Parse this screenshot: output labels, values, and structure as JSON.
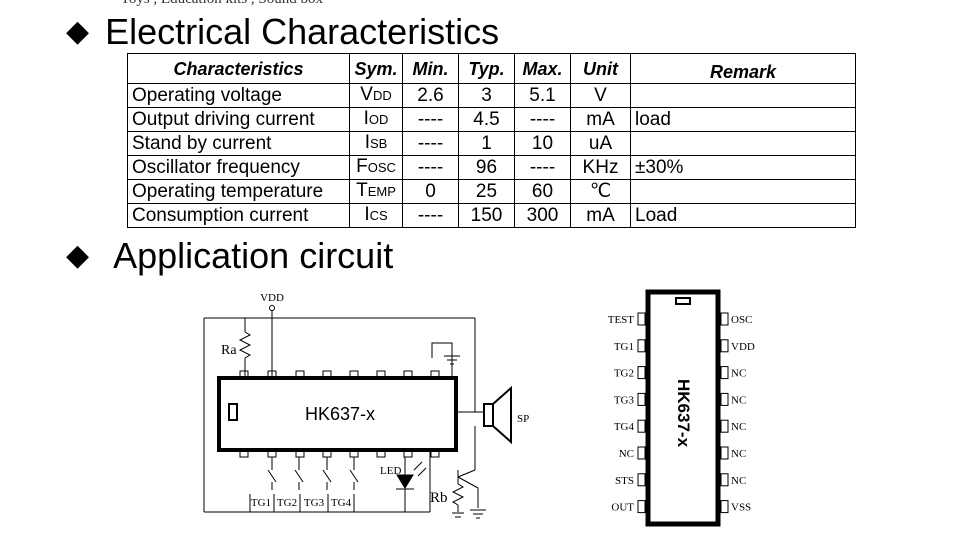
{
  "header_cut": "• Toys , Education kits , Sound box",
  "section_electrical": {
    "bullet": "◆",
    "title": "Electrical Characteristics"
  },
  "table": {
    "headers": [
      "Characteristics",
      "Sym.",
      "Min.",
      "Typ.",
      "Max.",
      "Unit",
      "Remark"
    ],
    "rows": [
      {
        "name": "Operating voltage",
        "sym": [
          "V",
          "DD"
        ],
        "min": "2.6",
        "typ": "3",
        "max": "5.1",
        "unit": "V",
        "remark": ""
      },
      {
        "name": "Output driving current",
        "sym": [
          "I",
          "OD"
        ],
        "min": "----",
        "typ": "4.5",
        "max": "----",
        "unit": "mA",
        "remark": "load"
      },
      {
        "name": "Stand by current",
        "sym": [
          "I",
          "SB"
        ],
        "min": "----",
        "typ": "1",
        "max": "10",
        "unit": "uA",
        "remark": ""
      },
      {
        "name": "Oscillator frequency",
        "sym": [
          "F",
          "OSC"
        ],
        "min": "----",
        "typ": "96",
        "max": "----",
        "unit": "KHz",
        "remark": "±30%"
      },
      {
        "name": "Operating temperature",
        "sym": [
          "T",
          "EMP"
        ],
        "min": "0",
        "typ": "25",
        "max": "60",
        "unit": "℃",
        "remark": ""
      },
      {
        "name": "Consumption current",
        "sym": [
          "I",
          "CS"
        ],
        "min": "----",
        "typ": "150",
        "max": "300",
        "unit": "mA",
        "remark": "Load"
      }
    ]
  },
  "section_application": {
    "bullet": "◆",
    "title": "Application circuit"
  },
  "circuit": {
    "vdd_label": "VDD",
    "ra_label": "Ra",
    "rb_label": "Rb",
    "chip_label": "HK637-x",
    "sp_label": "SP",
    "led_label": "LED",
    "tg_labels": [
      "TG1",
      "TG2",
      "TG3",
      "TG4"
    ]
  },
  "pinout": {
    "chip_label": "HK637-x",
    "left_pins": [
      "TEST",
      "TG1",
      "TG2",
      "TG3",
      "TG4",
      "NC",
      "STS",
      "OUT"
    ],
    "right_pins": [
      "OSC",
      "VDD",
      "NC",
      "NC",
      "NC",
      "NC",
      "NC",
      "VSS"
    ]
  }
}
